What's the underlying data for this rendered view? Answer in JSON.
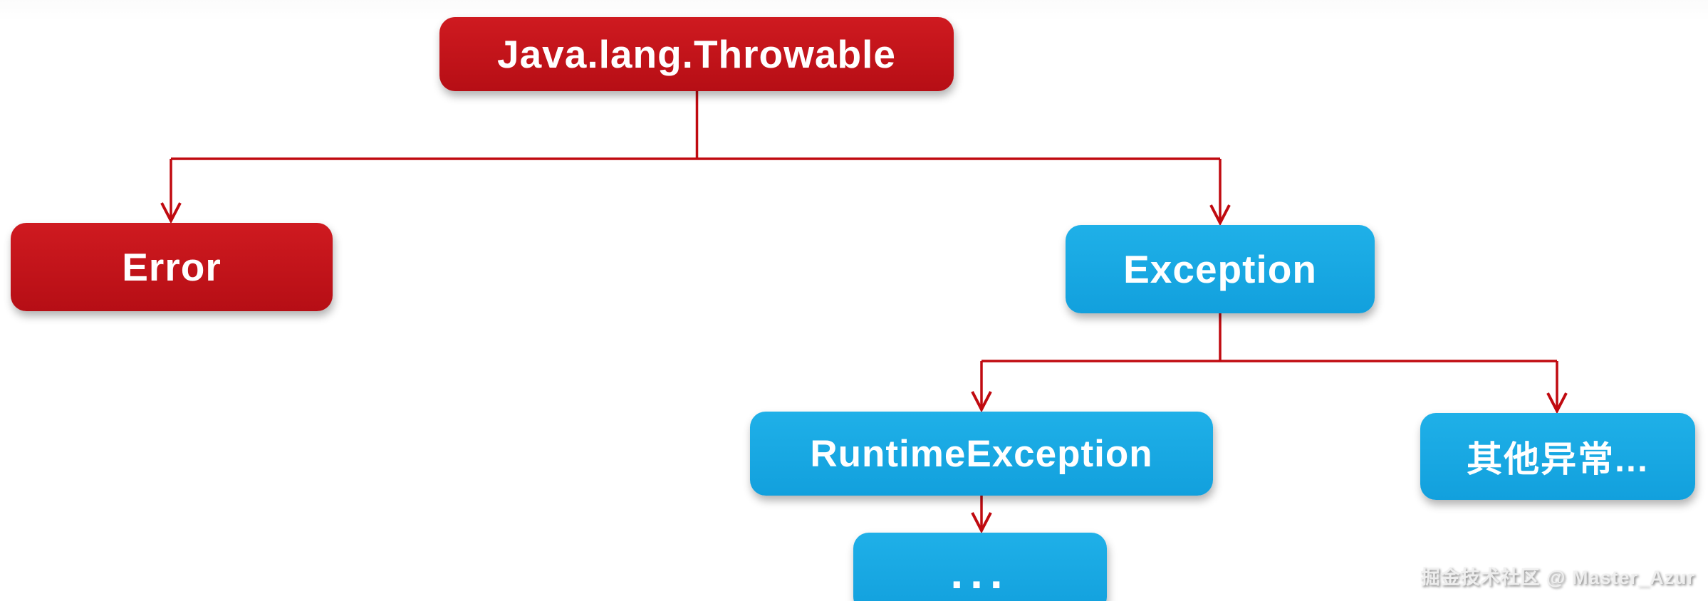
{
  "diagram": {
    "description": "Java exception class hierarchy tree",
    "nodes": [
      {
        "id": "throwable",
        "label": "Java.lang.Throwable",
        "color": "red"
      },
      {
        "id": "error",
        "label": "Error",
        "color": "red"
      },
      {
        "id": "exception",
        "label": "Exception",
        "color": "blue"
      },
      {
        "id": "runtime-exception",
        "label": "RuntimeException",
        "color": "blue"
      },
      {
        "id": "other-exceptions",
        "label": "其他异常...",
        "color": "blue"
      },
      {
        "id": "ellipsis",
        "label": "...",
        "color": "blue"
      }
    ],
    "edges": [
      {
        "from": "throwable",
        "to": "error"
      },
      {
        "from": "throwable",
        "to": "exception"
      },
      {
        "from": "exception",
        "to": "runtime-exception"
      },
      {
        "from": "exception",
        "to": "other-exceptions"
      },
      {
        "from": "runtime-exception",
        "to": "ellipsis"
      }
    ],
    "colors": {
      "red_node": "#c4151c",
      "blue_node": "#18a9e4",
      "connector": "#c00a10",
      "node_text": "#ffffff"
    }
  },
  "watermark": {
    "text": "掘金技术社区 @ Master_Azur"
  }
}
